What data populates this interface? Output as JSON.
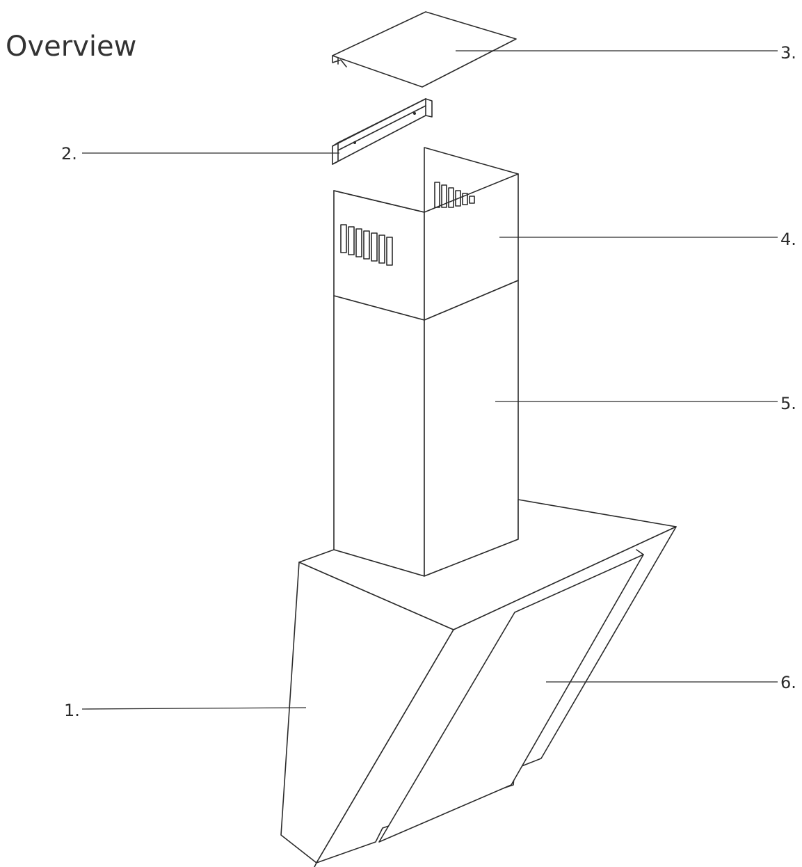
{
  "title": "Overview",
  "callouts": {
    "c1": "1.",
    "c2": "2.",
    "c3": "3.",
    "c4": "4.",
    "c5": "5.",
    "c6": "6."
  }
}
